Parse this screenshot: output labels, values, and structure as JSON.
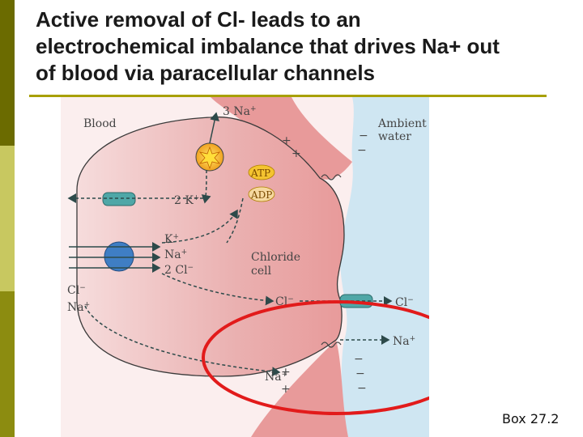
{
  "slide": {
    "title_lines": [
      "Active removal of Cl- leads to an",
      "electrochemical imbalance that drives Na+ out",
      "of blood via paracellular channels"
    ],
    "figure_label": "Box 27.2"
  },
  "diagram": {
    "labels": {
      "blood": "Blood",
      "ambient_line1": "Ambient",
      "ambient_line2": "water",
      "three_na": "3 Na",
      "three_na_sup": "+",
      "atp": "ATP",
      "adp": "ADP",
      "two_k": "2 K",
      "two_k_sup": "+",
      "k": "K",
      "k_sup": "+",
      "na": "Na",
      "na_sup": "+",
      "two_cl": "2 Cl",
      "two_cl_sup": "−",
      "chloride_line1": "Chloride",
      "chloride_line2": "cell",
      "cl_inner": "Cl",
      "cl_inner_sup": "−",
      "cl_outer": "Cl",
      "cl_outer_sup": "−",
      "left_cl": "Cl",
      "left_cl_sup": "−",
      "left_na": "Na",
      "left_na_sup": "+",
      "na_outer": "Na",
      "na_outer_sup": "+",
      "na_para": "Na",
      "na_para_sup": "+",
      "plus": "+",
      "minus": "−"
    }
  },
  "colors": {
    "sidebar_olive": "#6b6b00",
    "sidebar_light": "#c8c860",
    "title_rule": "#a8a000",
    "water": "#cfe6f2",
    "cell_pink": "#e9a3a3",
    "highlight_ring": "#e21b1b",
    "pump_star": "#f0a020",
    "channel_teal": "#4fa7a7",
    "cotransporter_blue": "#3f7ec4",
    "arrow_dark": "#2d4a4a"
  }
}
